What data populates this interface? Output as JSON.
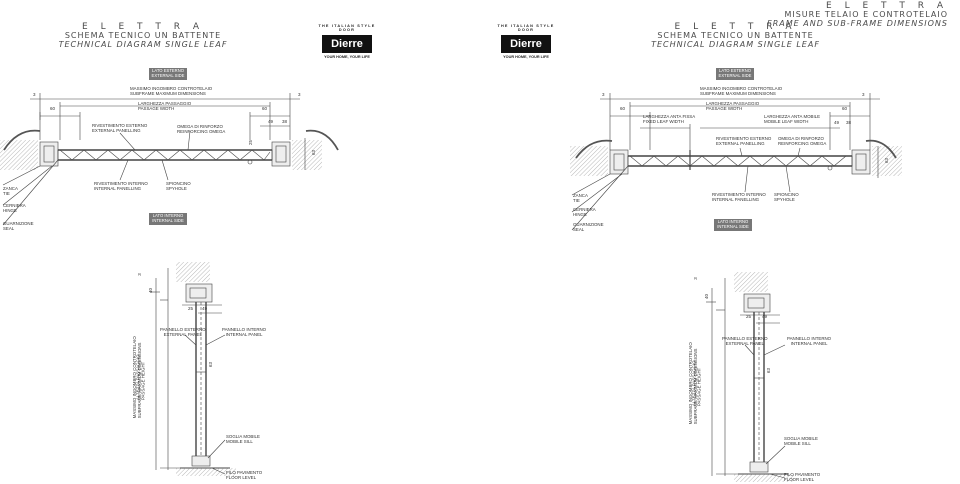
{
  "left_title": {
    "line1": "E L E T T R A",
    "line2": "SCHEMA TECNICO UN BATTENTE",
    "line3": "TECHNICAL DIAGRAM SINGLE LEAF"
  },
  "right_title": {
    "line1": "E L E T T R A",
    "line2": "SCHEMA TECNICO UN BATTENTE",
    "line3": "TECHNICAL DIAGRAM SINGLE LEAF"
  },
  "far_right_title": {
    "line1": "E L E T T R A",
    "line2": "MISURE TELAIO E CONTROTELAIO",
    "line3": "FRAME AND SUB-FRAME DIMENSIONS"
  },
  "brand": {
    "top": "THE ITALIAN STYLE DOOR",
    "logo": "Dierre",
    "tagline": "YOUR HOME, YOUR LIFE"
  },
  "badges": {
    "external": "LATO ESTERNO\nEXTERNAL SIDE",
    "internal": "LATO INTERNO\nINTERNAL SIDE"
  },
  "plan_left": {
    "dims": {
      "d3a": "3",
      "d3b": "3",
      "d60a": "60",
      "d60b": "60",
      "d49": "49",
      "d38": "38",
      "d25": "25",
      "d63": "63"
    },
    "labels": {
      "massimo": "MASSIMO INGOMBRO CONTROTELAIO\nSUBFRAME MAXIMUM DIMENSIONS",
      "larghezza": "LARGHEZZA PASSAGGIO\nPASSAGE WIDTH",
      "rivest_est": "RIVESTIMENTO ESTERNO\nEXTERNAL PANELLING",
      "omega": "OMEGA DI RINFORZO\nREINFORCING OMEGA",
      "rivest_int": "RIVESTIMENTO INTERNO\nINTERNAL PANELLING",
      "spioncino": "SPIONCINO\nSPYHOLE",
      "zanca": "ZANCA\nTIE",
      "cerniera": "CERNIERA\nHINGE",
      "guarnizione": "GUARNIZIONE\nSEAL"
    }
  },
  "plan_right": {
    "dims": {
      "d3a": "3",
      "d3b": "3",
      "d60a": "60",
      "d60b": "60",
      "d49": "49",
      "d38": "38",
      "d63": "63"
    },
    "labels": {
      "massimo": "MASSIMO INGOMBRO CONTROTELAIO\nSUBFRAME MAXIMUM DIMENSIONS",
      "larghezza": "LARGHEZZA PASSAGGIO\nPASSAGE WIDTH",
      "fissa": "LARGHEZZA ANTA FISSA\nFIXED LEAF WIDTH",
      "mobile": "LARGHEZZA ANTA MOBILE\nMOBILE LEAF WIDTH",
      "rivest_est": "RIVESTIMENTO ESTERNO\nEXTERNAL PANELLING",
      "omega": "OMEGA DI RINFORZO\nREINFORCING OMEGA",
      "rivest_int": "RIVESTIMENTO INTERNO\nINTERNAL PANELLING",
      "spioncino": "SPIONCINO\nSPYHOLE",
      "zanca": "ZANCA\nTIE",
      "cerniera": "CERNIERA\nHINGE",
      "guarnizione": "GUARNIZIONE\nSEAL"
    }
  },
  "section_left": {
    "dims": {
      "d3": "3",
      "d40": "40",
      "d25": "25",
      "d49": "49",
      "d63": "63"
    },
    "labels": {
      "pan_est": "PANNELLO ESTERNO\nEXTERNAL PANEL",
      "pan_int": "PANNELLO INTERNO\nINTERNAL PANEL",
      "massimo": "MASSIMO INGOMBRO CONTROTELAIO\nSUBFRAME MAXIMUM DIMENSIONS",
      "altezza": "ALTEZZA PASSAGGIO\nPASSAGE HEIGHT",
      "soglia": "SOGLIA MOBILE\nMOBILE SILL",
      "filo": "FILO PAVIMENTO\nFLOOR LEVEL"
    }
  },
  "section_right": {
    "dims": {
      "d3": "3",
      "d40": "40",
      "d25": "25",
      "d49": "49",
      "d63": "63"
    },
    "labels": {
      "pan_est": "PANNELLO ESTERNO\nEXTERNAL PANEL",
      "pan_int": "PANNELLO INTERNO\nINTERNAL PANEL",
      "massimo": "MASSIMO INGOMBRO CONTROTELAIO\nSUBFRAME MAXIMUM DIMENSIONS",
      "altezza": "ALTEZZA PASSAGGIO\nPASSAGE HEIGHT",
      "soglia": "SOGLIA MOBILE\nMOBILE SILL",
      "filo": "FILO PAVIMENTO\nFLOOR LEVEL"
    }
  }
}
